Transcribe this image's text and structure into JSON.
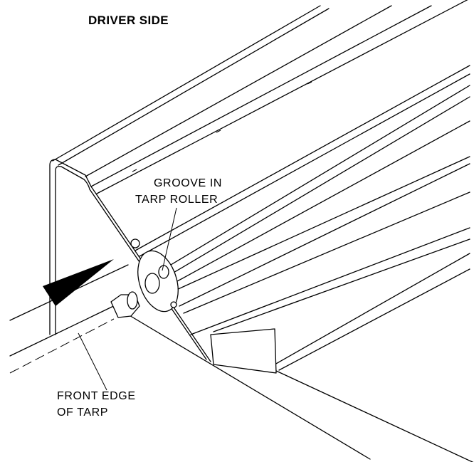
{
  "title": "DRIVER SIDE",
  "labels": {
    "groove_line1": "GROOVE IN",
    "groove_line2": "TARP ROLLER",
    "front_line1": "FRONT EDGE",
    "front_line2": "OF TARP"
  }
}
